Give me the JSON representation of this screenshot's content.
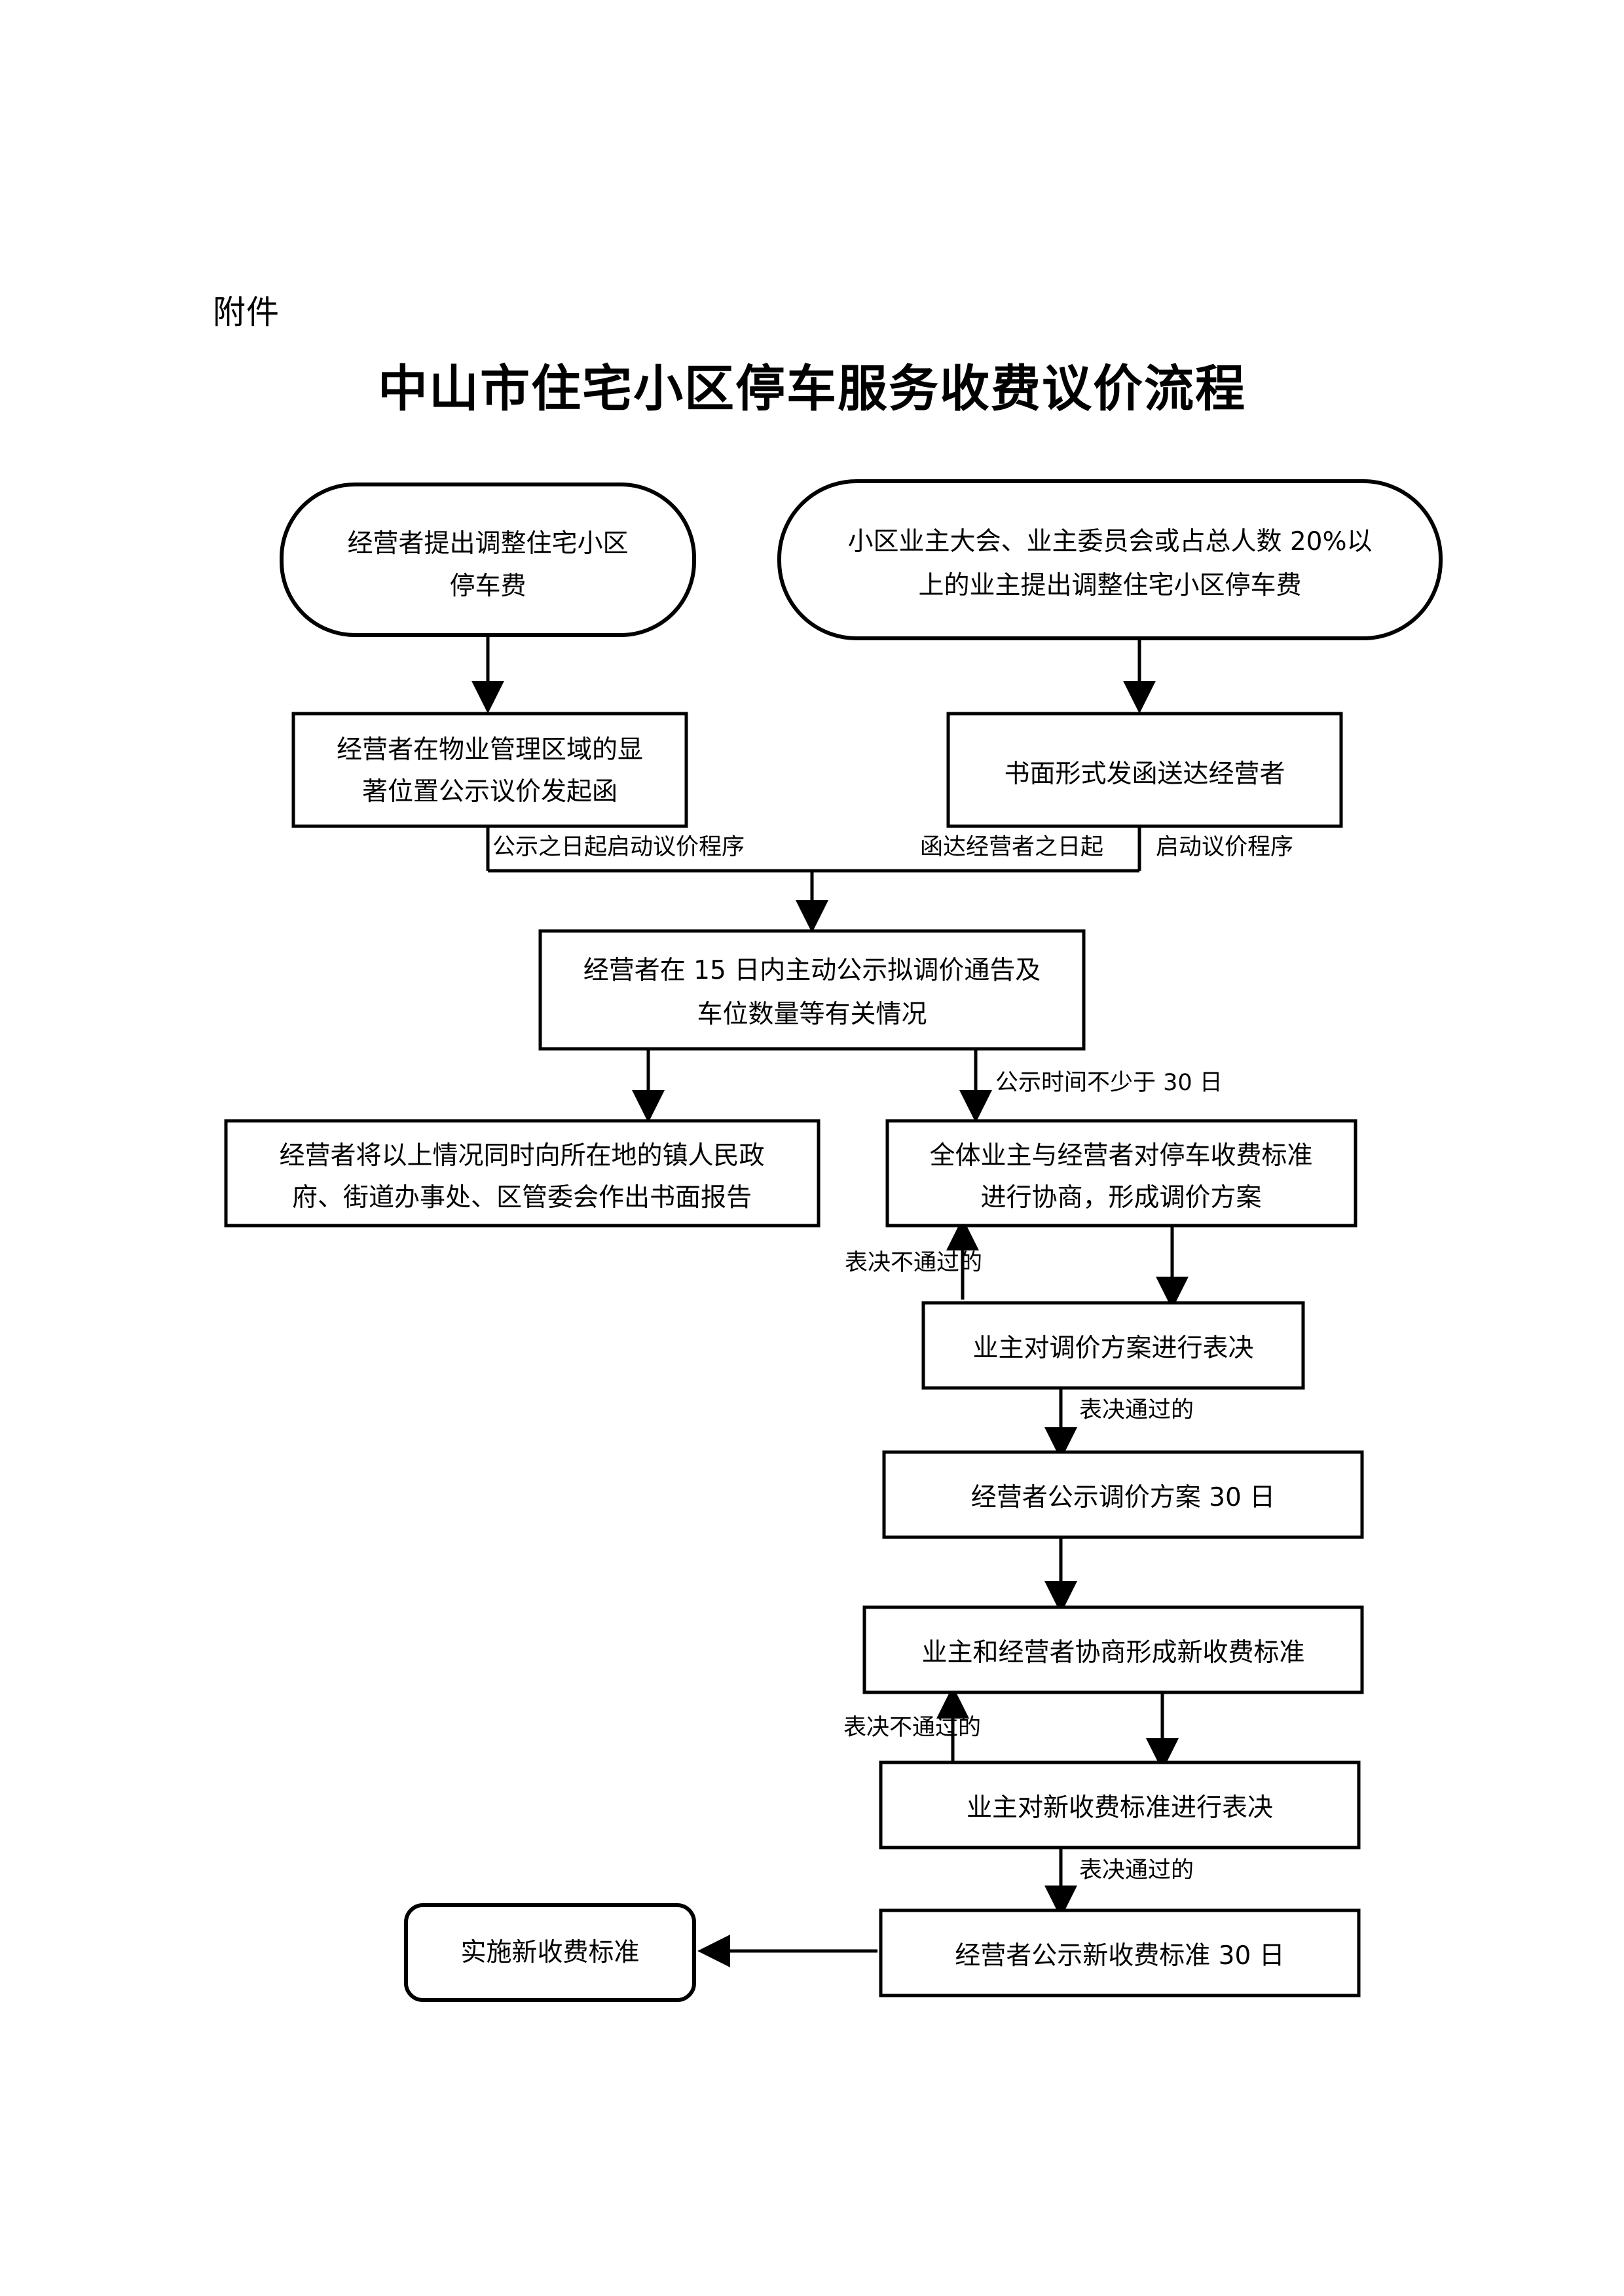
{
  "document": {
    "attachment_label": "附件",
    "title": "中山市住宅小区停车服务收费议价流程"
  },
  "chart_data": {
    "type": "diagram",
    "title": "中山市住宅小区停车服务收费议价流程",
    "nodes": [
      {
        "id": "n1",
        "shape": "terminator",
        "lines": [
          "经营者提出调整住宅小区",
          "停车费"
        ]
      },
      {
        "id": "n2",
        "shape": "terminator",
        "lines": [
          "小区业主大会、业主委员会或占总人数 20%以",
          "上的业主提出调整住宅小区停车费"
        ]
      },
      {
        "id": "n3",
        "shape": "process",
        "lines": [
          "经营者在物业管理区域的显",
          "著位置公示议价发起函"
        ]
      },
      {
        "id": "n4",
        "shape": "process",
        "lines": [
          "书面形式发函送达经营者"
        ]
      },
      {
        "id": "n5",
        "shape": "process",
        "lines": [
          "经营者在 15 日内主动公示拟调价通告及",
          "车位数量等有关情况"
        ]
      },
      {
        "id": "n6",
        "shape": "process",
        "lines": [
          "经营者将以上情况同时向所在地的镇人民政",
          "府、街道办事处、区管委会作出书面报告"
        ]
      },
      {
        "id": "n7",
        "shape": "process",
        "lines": [
          "全体业主与经营者对停车收费标准",
          "进行协商，形成调价方案"
        ]
      },
      {
        "id": "n8",
        "shape": "process",
        "lines": [
          "业主对调价方案进行表决"
        ]
      },
      {
        "id": "n9",
        "shape": "process",
        "lines": [
          "经营者公示调价方案 30 日"
        ]
      },
      {
        "id": "n10",
        "shape": "process",
        "lines": [
          "业主和经营者协商形成新收费标准"
        ]
      },
      {
        "id": "n11",
        "shape": "process",
        "lines": [
          "业主对新收费标准进行表决"
        ]
      },
      {
        "id": "n12",
        "shape": "process",
        "lines": [
          "经营者公示新收费标准 30 日"
        ]
      },
      {
        "id": "n13",
        "shape": "terminator",
        "lines": [
          "实施新收费标准"
        ]
      }
    ],
    "edges": [
      {
        "from": "n1",
        "to": "n3",
        "label": ""
      },
      {
        "from": "n2",
        "to": "n4",
        "label": ""
      },
      {
        "from": "n3",
        "to": "n5",
        "label": "公示之日起启动议价程序"
      },
      {
        "from": "n4",
        "to": "n5",
        "label": "函达经营者之日起"
      },
      {
        "from": "n4",
        "to": "n5",
        "label": "启动议价程序"
      },
      {
        "from": "n5",
        "to": "n6",
        "label": ""
      },
      {
        "from": "n5",
        "to": "n7",
        "label": "公示时间不少于 30 日"
      },
      {
        "from": "n7",
        "to": "n8",
        "label": ""
      },
      {
        "from": "n8",
        "to": "n7",
        "label": "表决不通过的"
      },
      {
        "from": "n8",
        "to": "n9",
        "label": "表决通过的"
      },
      {
        "from": "n9",
        "to": "n10",
        "label": ""
      },
      {
        "from": "n10",
        "to": "n11",
        "label": ""
      },
      {
        "from": "n11",
        "to": "n10",
        "label": "表决不通过的"
      },
      {
        "from": "n11",
        "to": "n12",
        "label": "表决通过的"
      },
      {
        "from": "n12",
        "to": "n13",
        "label": ""
      }
    ],
    "edge_labels": {
      "l1": "公示之日起启动议价程序",
      "l2": "函达经营者之日起",
      "l3": "启动议价程序",
      "l4": "公示时间不少于 30 日",
      "l5": "表决不通过的",
      "l6": "表决通过的",
      "l7": "表决不通过的",
      "l8": "表决通过的"
    }
  }
}
